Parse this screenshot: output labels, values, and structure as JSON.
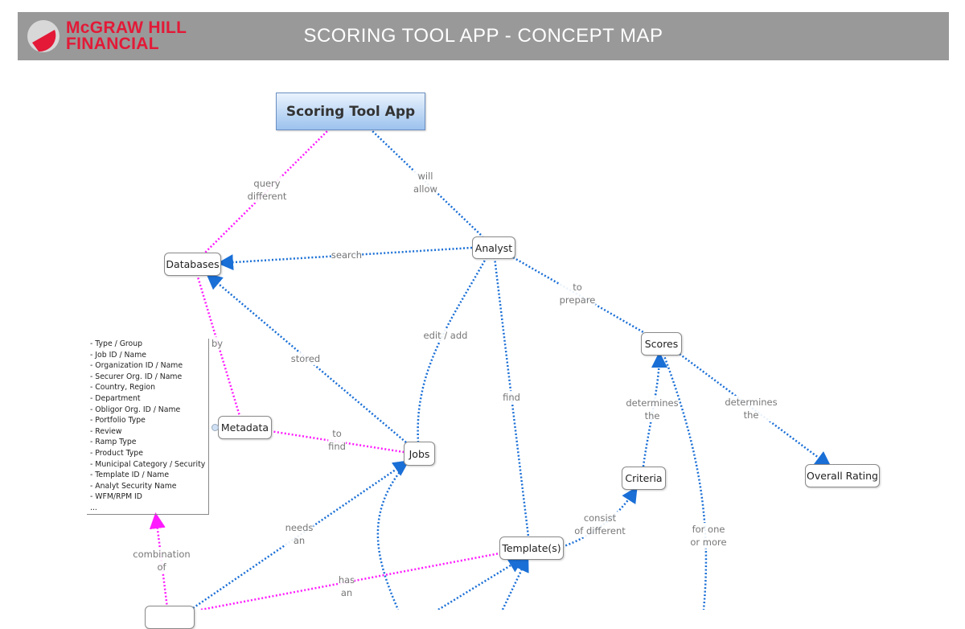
{
  "header": {
    "logo_line1": "McGRAW HILL",
    "logo_line2": "FINANCIAL",
    "title": "SCORING TOOL APP - CONCEPT MAP"
  },
  "nodes": {
    "root": "Scoring Tool App",
    "databases": "Databases",
    "analyst": "Analyst",
    "scores": "Scores",
    "metadata": "Metadata",
    "jobs": "Jobs",
    "criteria": "Criteria",
    "overall": "Overall Rating",
    "templates": "Template(s)"
  },
  "links": {
    "query": "query\ndifferent",
    "will": "will\nallow",
    "search": "search",
    "to_prepare": "to\nprepare",
    "by": "by",
    "stored": "stored",
    "edit": "edit / add",
    "find": "find",
    "det1": "determines\nthe",
    "det2": "determines\nthe",
    "to_find": "to\nfind",
    "consist": "consist\nof different",
    "needs": "needs\nan",
    "combination": "combination\nof",
    "for_one": "for one\nor more",
    "has": "has\nan"
  },
  "metadata_fields": [
    "- Type / Group",
    "- Job ID / Name",
    "- Organization ID / Name",
    "- Securer Org. ID / Name",
    "- Country, Region",
    "- Department",
    "- Obligor Org. ID / Name",
    "- Portfolio Type",
    "- Review",
    "- Ramp Type",
    "- Product Type",
    "- Municipal Category / Security",
    "- Template ID / Name",
    "- Analyt Security Name",
    "- WFM/RPM ID",
    "..."
  ],
  "colors": {
    "header": "#999999",
    "brand": "#e31937",
    "blue_link": "#1a6fd6",
    "pink_link": "#ff1aff"
  }
}
